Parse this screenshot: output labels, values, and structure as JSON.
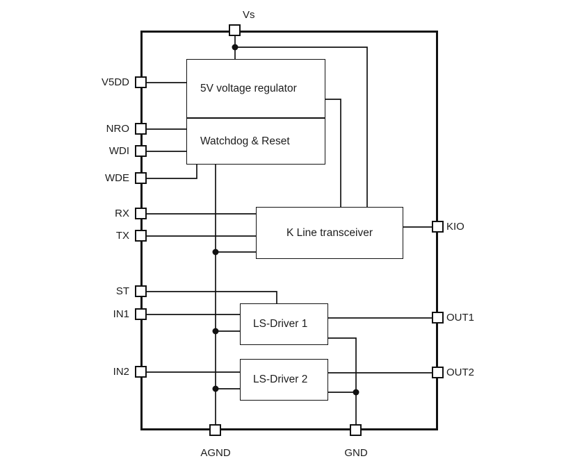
{
  "diagram": {
    "type": "ic-block-diagram",
    "pins": {
      "vs": {
        "label": "Vs"
      },
      "v5dd": {
        "label": "V5DD"
      },
      "nro": {
        "label": "NRO"
      },
      "wdi": {
        "label": "WDI"
      },
      "wde": {
        "label": "WDE"
      },
      "rx": {
        "label": "RX"
      },
      "tx": {
        "label": "TX"
      },
      "st": {
        "label": "ST"
      },
      "in1": {
        "label": "IN1"
      },
      "in2": {
        "label": "IN2"
      },
      "kio": {
        "label": "KIO"
      },
      "out1": {
        "label": "OUT1"
      },
      "out2": {
        "label": "OUT2"
      },
      "agnd": {
        "label": "AGND"
      },
      "gnd": {
        "label": "GND"
      }
    },
    "blocks": {
      "regulator": {
        "label": "5V voltage regulator"
      },
      "watchdog": {
        "label": "Watchdog & Reset"
      },
      "kline": {
        "label": "K Line transceiver"
      },
      "lsdriver1": {
        "label": "LS-Driver 1"
      },
      "lsdriver2": {
        "label": "LS-Driver 2"
      }
    },
    "colors": {
      "line": "#111111",
      "background": "#ffffff",
      "text": "#1c1c1c"
    }
  }
}
